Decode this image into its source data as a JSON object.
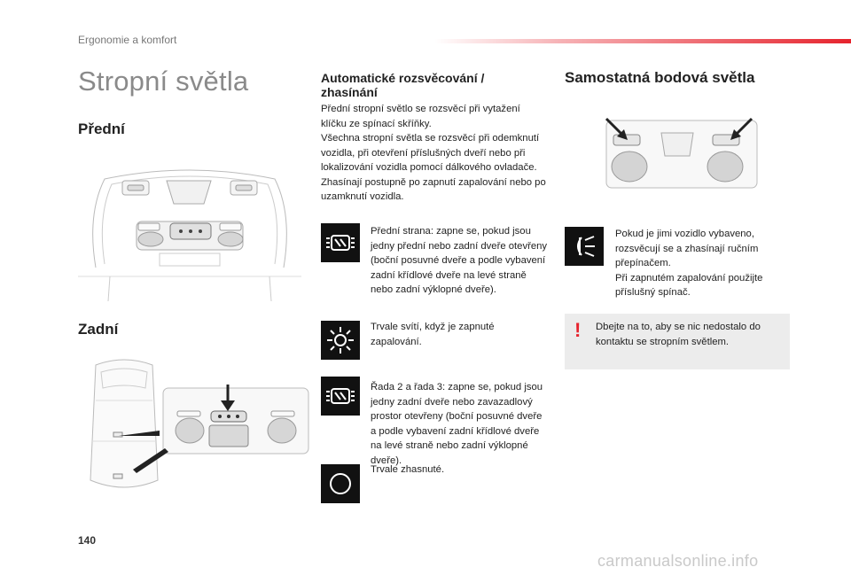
{
  "header": {
    "section": "Ergonomie a komfort"
  },
  "page": {
    "title": "Stropní světla",
    "number": "140"
  },
  "front": {
    "title": "Přední"
  },
  "rear": {
    "title": "Zadní"
  },
  "auto": {
    "title": "Automatické rozsvěcování / zhasínání",
    "intro": [
      "Přední stropní světlo se rozsvěcí při vytažení klíčku ze spínací skříňky.",
      "Všechna stropní světla se rozsvěcí při odemknutí vozidla, při otevření příslušných dveří nebo při lokalizování vozidla pomocí dálkového ovladače.",
      "Zhasínají postupně po zapnutí zapalování nebo po uzamknutí vozidla."
    ],
    "modes": [
      {
        "icon": "door-light-icon",
        "text": "Přední strana: zapne se, pokud jsou jedny přední nebo zadní dveře otevřeny (boční posuvné dveře a podle vybavení zadní křídlové dveře na levé straně nebo zadní výklopné dveře)."
      },
      {
        "icon": "sun-icon",
        "text": "Trvale svítí, když je zapnuté zapalování."
      },
      {
        "icon": "door-light-icon",
        "text": "Řada 2 a řada 3: zapne se, pokud jsou jedny zadní dveře nebo zavazadlový prostor otevřeny (boční posuvné dveře a podle vybavení zadní křídlové dveře na levé straně nebo zadní výklopné dveře)."
      },
      {
        "icon": "circle-off-icon",
        "text": "Trvale zhasnuté."
      }
    ]
  },
  "spot": {
    "title": "Samostatná bodová světla",
    "icon": "reading-light-icon",
    "text": [
      "Pokud je jimi vozidlo vybaveno, rozsvěcují se a zhasínají ručním přepínačem.",
      "Při zapnutém zapalování použijte příslušný spínač."
    ],
    "warning": {
      "mark": "!",
      "text": "Dbejte na to, aby se nic nedostalo do kontaktu se stropním světlem."
    }
  },
  "watermark": "carmanualsonline.info",
  "colors": {
    "accent": "#e6232d",
    "icon_bg": "#111111",
    "warning_bg": "#ececec"
  }
}
